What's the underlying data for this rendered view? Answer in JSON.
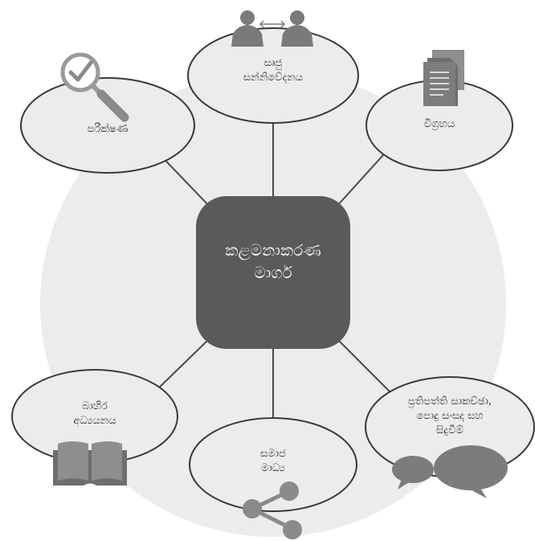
{
  "diagram": {
    "center": {
      "lines": [
        "කළමනාකරණ",
        "මාර්ග"
      ]
    },
    "nodes": [
      {
        "id": "direct-communication",
        "lines": [
          "සෘජු",
          "සන්නිවේදනය"
        ],
        "icon": "people-exchange-icon"
      },
      {
        "id": "analysis",
        "lines": [
          "විග්‍රහය"
        ],
        "icon": "documents-icon"
      },
      {
        "id": "evaluation",
        "lines": [
          "පරීක්ෂණ"
        ],
        "icon": "magnifier-check-icon"
      },
      {
        "id": "external-study",
        "lines": [
          "බාහිර",
          "අධ්‍යයනය"
        ],
        "icon": "open-book-icon"
      },
      {
        "id": "social-media",
        "lines": [
          "සමාජ",
          "මාධ්‍ය"
        ],
        "icon": "share-icon"
      },
      {
        "id": "discussions",
        "lines": [
          "ප්‍රතිපත්ති සාකච්ඡා,",
          "පොදු සංසද සහ",
          "සිදුවීම්"
        ],
        "icon": "speech-bubbles-icon"
      }
    ]
  }
}
